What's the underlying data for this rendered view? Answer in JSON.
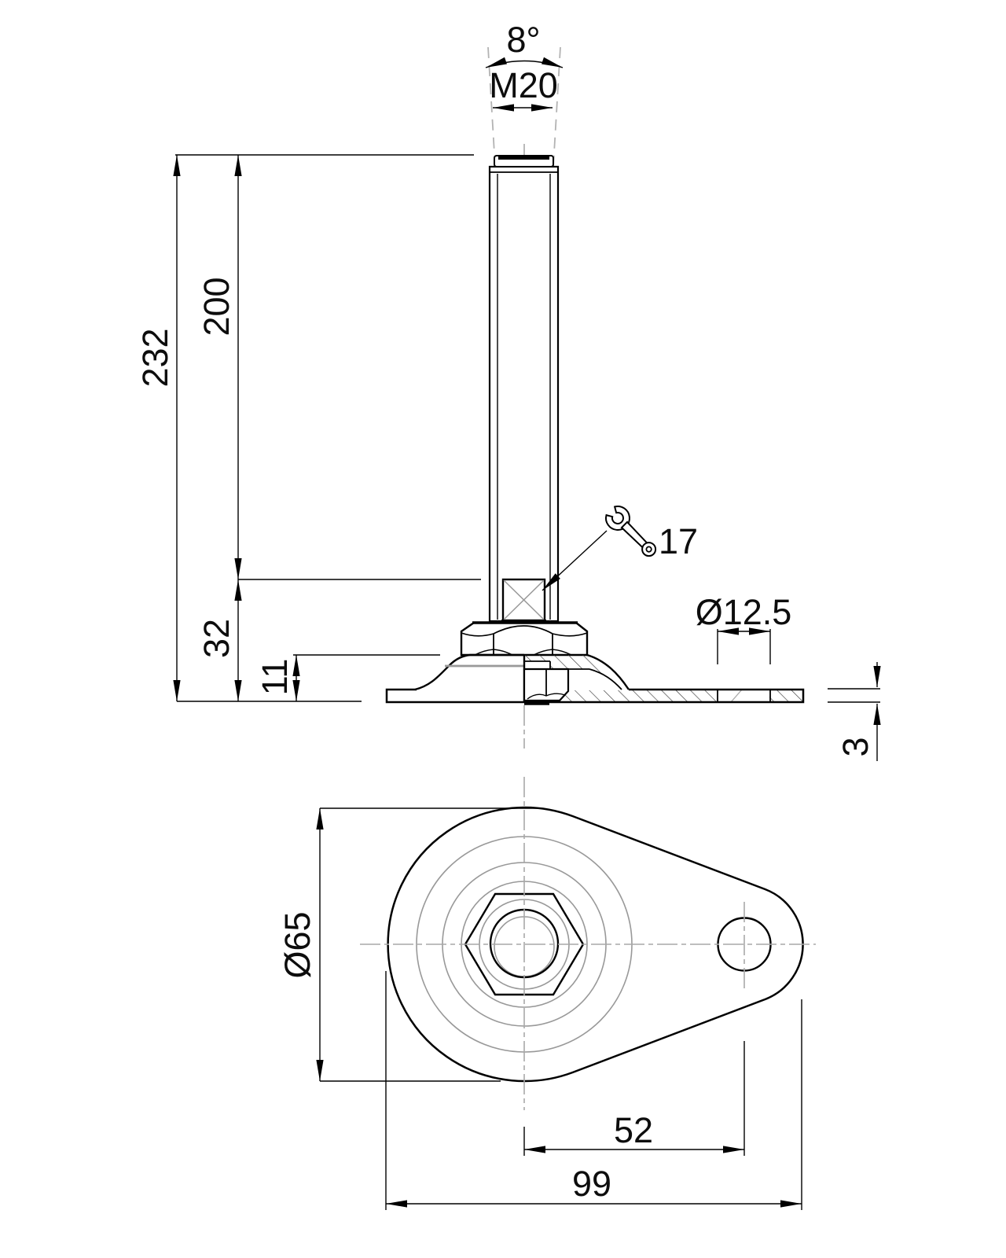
{
  "side_view": {
    "labels": {
      "tilt_angle": "8°",
      "thread": "M20",
      "total_height": "232",
      "stem_length": "200",
      "lower_height": "32",
      "dome_height": "11",
      "wrench_size": "17",
      "hole_diameter": "Ø12.5",
      "plate_thickness": "3"
    }
  },
  "bottom_view": {
    "labels": {
      "flange_diameter": "Ø65",
      "hole_center_offset": "52",
      "base_length": "99"
    }
  },
  "colors": {
    "line": "#000000",
    "auxiliary": "#999999",
    "centerline": "#a8a8a8",
    "background": "#ffffff"
  }
}
